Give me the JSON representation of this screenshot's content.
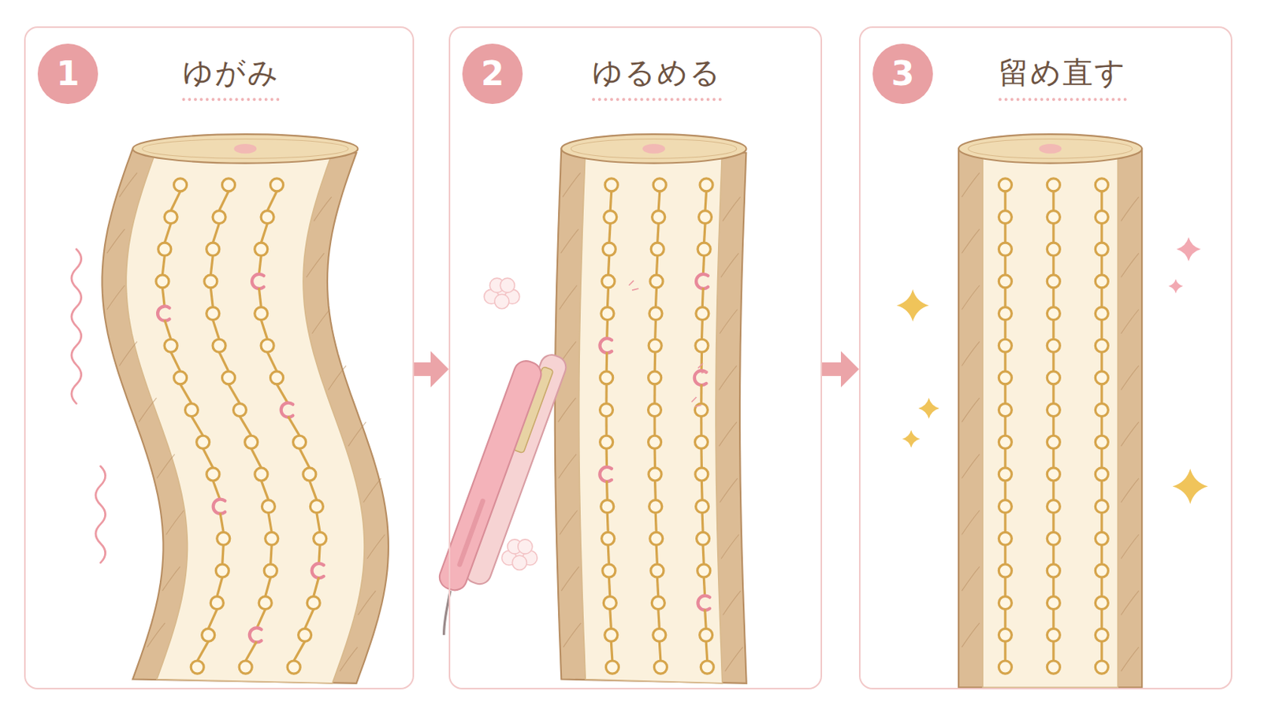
{
  "diagram": {
    "nodes": [
      {
        "text": [
          "ゆがみ"
        ]
      },
      {
        "text": [
          "1"
        ],
        "in": 0
      },
      {
        "text": [
          "ゆるめる"
        ]
      },
      {
        "text": [
          "2"
        ],
        "in": 2
      },
      {
        "text": [
          "留め直す"
        ]
      },
      {
        "text": [
          "3"
        ],
        "in": 4
      }
    ],
    "edges": [
      {
        "from": 0,
        "to": 2,
        "arrow": "to"
      },
      {
        "from": 2,
        "to": 4,
        "arrow": "to"
      }
    ]
  }
}
